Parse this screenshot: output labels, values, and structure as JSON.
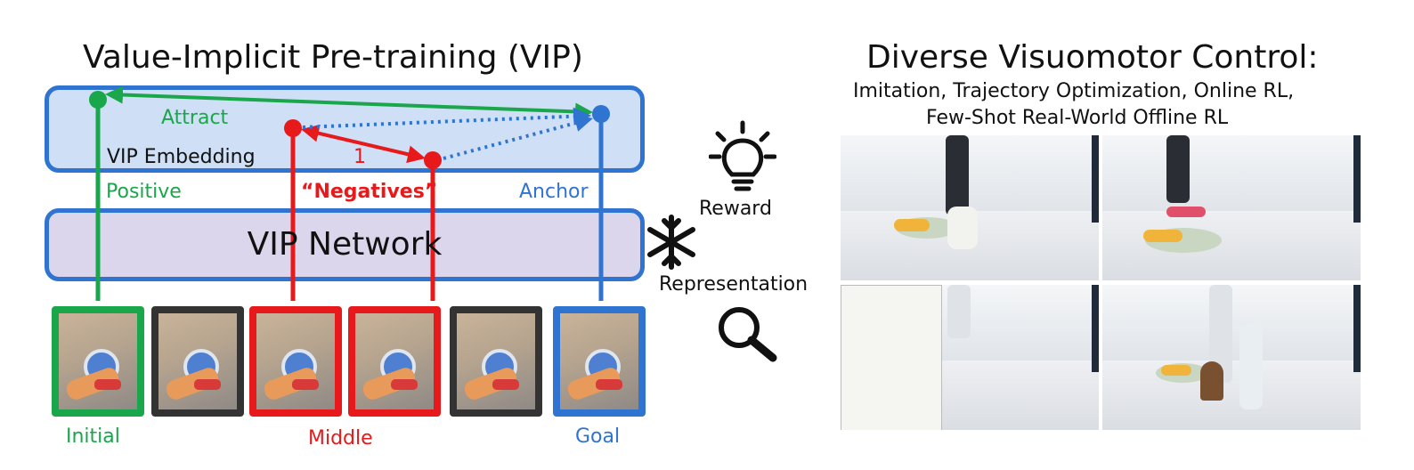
{
  "left_title": "Value-Implicit Pre-training (VIP)",
  "embedding": {
    "label": "VIP Embedding",
    "attract_label": "Attract",
    "distance_label": "1"
  },
  "branch_labels": {
    "positive": "Positive",
    "negatives": "“Negatives”",
    "anchor": "Anchor"
  },
  "network": {
    "label": "VIP Network"
  },
  "frame_labels": {
    "initial": "Initial",
    "middle": "Middle",
    "goal": "Goal"
  },
  "middle": {
    "reward_label": "Reward",
    "representation_label": "Representation",
    "icons": [
      "lightbulb-icon",
      "snowflake-icon",
      "magnifier-icon"
    ]
  },
  "right_title": "Diverse Visuomotor Control:",
  "right_subtitle_line1": "Imitation, Trajectory Optimization, Online RL,",
  "right_subtitle_line2": "Few-Shot Real-World Offline RL",
  "colors": {
    "green": "#1aa64a",
    "red": "#e8191b",
    "blue": "#2f74d0",
    "dark": "#333333",
    "embed_fill": "#cfdff5",
    "network_fill": "#dcd6ec",
    "arrow_fill": "#9cc4f0"
  }
}
